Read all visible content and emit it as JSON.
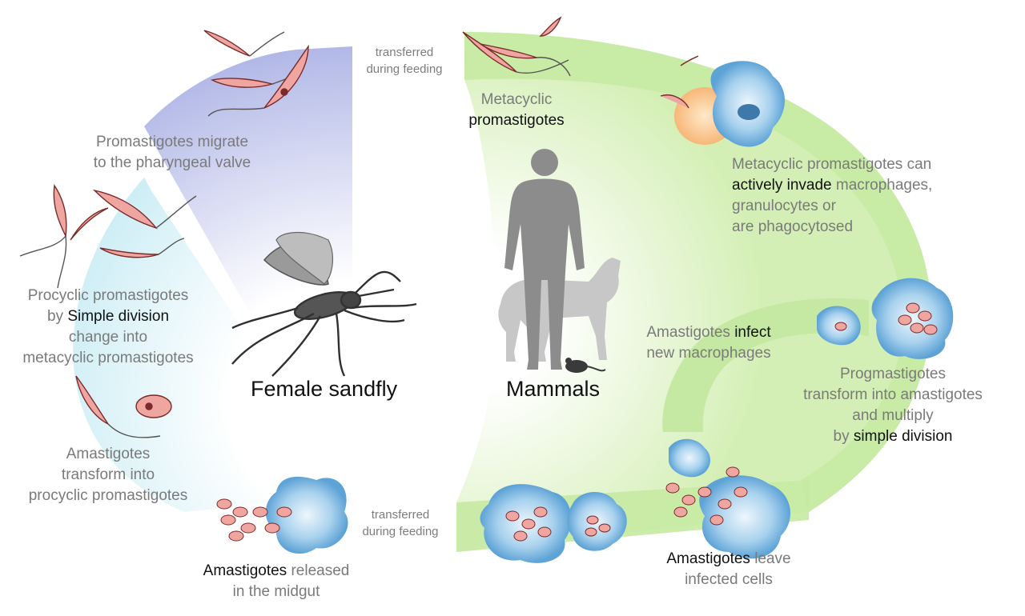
{
  "colors": {
    "sandfly_band_blue": "#a9b0e4",
    "sandfly_band_cyan": "#c4ecf3",
    "mammal_band_green": "#c5e8a2",
    "parasite_pink": "#f0a6a0",
    "macrophage_blue": "#7fb7df",
    "silhouette_gray": "#8c8c8c"
  },
  "transfer_top": "transferred\nduring feeding",
  "transfer_bottom": "transferred\nduring feeding",
  "titles": {
    "sandfly": "Female sandfly",
    "mammals": "Mammals"
  },
  "labels": {
    "migrate": "Promastigotes migrate\nto the pharyngeal valve",
    "procyclic": {
      "line1": "Procyclic promastigotes",
      "by": "by ",
      "highlight": "Simple division",
      "line3": "change into",
      "line4": "metacyclic promastigotes"
    },
    "amastigotes_transform": "Amastigotes\ntransform into\nprocyclic promastigotes",
    "released": {
      "highlight": "Amastigotes",
      "rest": " released",
      "line2": "in the midgut"
    },
    "metacyclic": {
      "line1": "Metacyclic",
      "highlight": "promastigotes"
    },
    "invade": {
      "line1": "Metacyclic promastigotes can",
      "highlight": "actively invade",
      "rest": " macrophages,",
      "line3": "granulocytes or",
      "line4": "are phagocytosed"
    },
    "infect_new": {
      "line1": "Amastigotes ",
      "highlight": "infect",
      "line2": "new macrophages"
    },
    "transform": {
      "line1": "Progmastigotes",
      "line2": "transform into amastigotes",
      "line3": "and multiply",
      "by": "by ",
      "highlight": "simple division"
    },
    "leave": {
      "highlight": "Amastigotes",
      "rest": " leave",
      "line2": "infected cells"
    }
  }
}
